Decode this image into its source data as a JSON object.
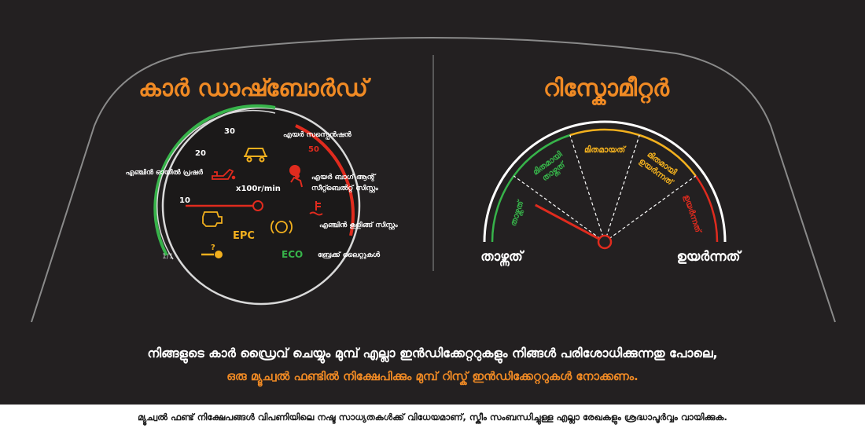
{
  "colors": {
    "background": "#232021",
    "accent_orange": "#f08a24",
    "warning_red": "#e02b1e",
    "caution_yellow": "#f2b01e",
    "eco_green": "#37b34a",
    "frame_grey": "#8a8a8a"
  },
  "dashboard": {
    "title": "കാർ ഡാഷ്ബോർഡ്",
    "speed_ticks": [
      "10",
      "20",
      "30",
      "50"
    ],
    "unit": "x100r/min",
    "fraction": "1/1",
    "epc": "EPC",
    "eco": "ECO",
    "icons": [
      {
        "icon": "engine-oil-icon",
        "label": "എഞ്ചിൻ ഓയിൽ പ്രഷർ"
      },
      {
        "icon": "car-suspension-icon",
        "label": "എയർ സസ്പെൻഷൻ"
      },
      {
        "icon": "airbag-icon",
        "label_line1": "എയർ ബാഗ് ആന്റ്",
        "label_line2": "സീറ്റ്ബെൽറ്റ് സിസ്റ്റം"
      },
      {
        "icon": "coolant-temp-icon",
        "label": "എഞ്ചിൻ കൂളിങ്ങ് സിസ്റ്റം"
      },
      {
        "icon": "brake-icon",
        "label": "ബ്രേക്ക് ലൈറ്റുകൾ"
      },
      {
        "icon": "check-engine-icon"
      },
      {
        "icon": "key-icon"
      }
    ]
  },
  "riskometer": {
    "title": "റിസ്കോമീറ്റർ",
    "low_label": "താഴ്ന്നത്",
    "high_label": "ഉയർന്നത്",
    "levels": [
      {
        "label": "താഴ്ന്നത്",
        "color": "#37b34a"
      },
      {
        "label_line1": "മിതമായി",
        "label_line2": "താഴ്ന്നത്",
        "color": "#37b34a"
      },
      {
        "label": "മിതമായത്",
        "color": "#f2b01e"
      },
      {
        "label_line1": "മിതമായി",
        "label_line2": "ഉയർന്നത്",
        "color": "#f2b01e"
      },
      {
        "label": "ഉയർന്നത്",
        "color": "#e02b1e"
      }
    ],
    "needle_level": "താഴ്ന്നത്"
  },
  "captions": {
    "line1": "നിങ്ങളുടെ കാർ ഡ്രൈവ് ചെയ്യും മുമ്പ് എല്ലാ ഇൻഡിക്കേറ്ററുകളും നിങ്ങൾ പരിശോധിക്കുന്നതു പോലെ,",
    "line2": "ഒരു മ്യൂച്വൽ ഫണ്ടിൽ നിക്ഷേപിക്കും മുമ്പ് റിസ്ക് ഇൻഡിക്കേറ്ററുകൾ നോക്കണം."
  },
  "footer": {
    "disclaimer": "മ്യൂച്വൽ ഫണ്ട് നിക്ഷേപങ്ങൾ വിപണിയിലെ നഷ്ട സാധ്യതകൾക്ക് വിധേയമാണ്, സ്കീം സംബന്ധിച്ചുള്ള എല്ലാ രേഖകളും ശ്രദ്ധാപൂർവ്വം വായിക്കുക."
  }
}
